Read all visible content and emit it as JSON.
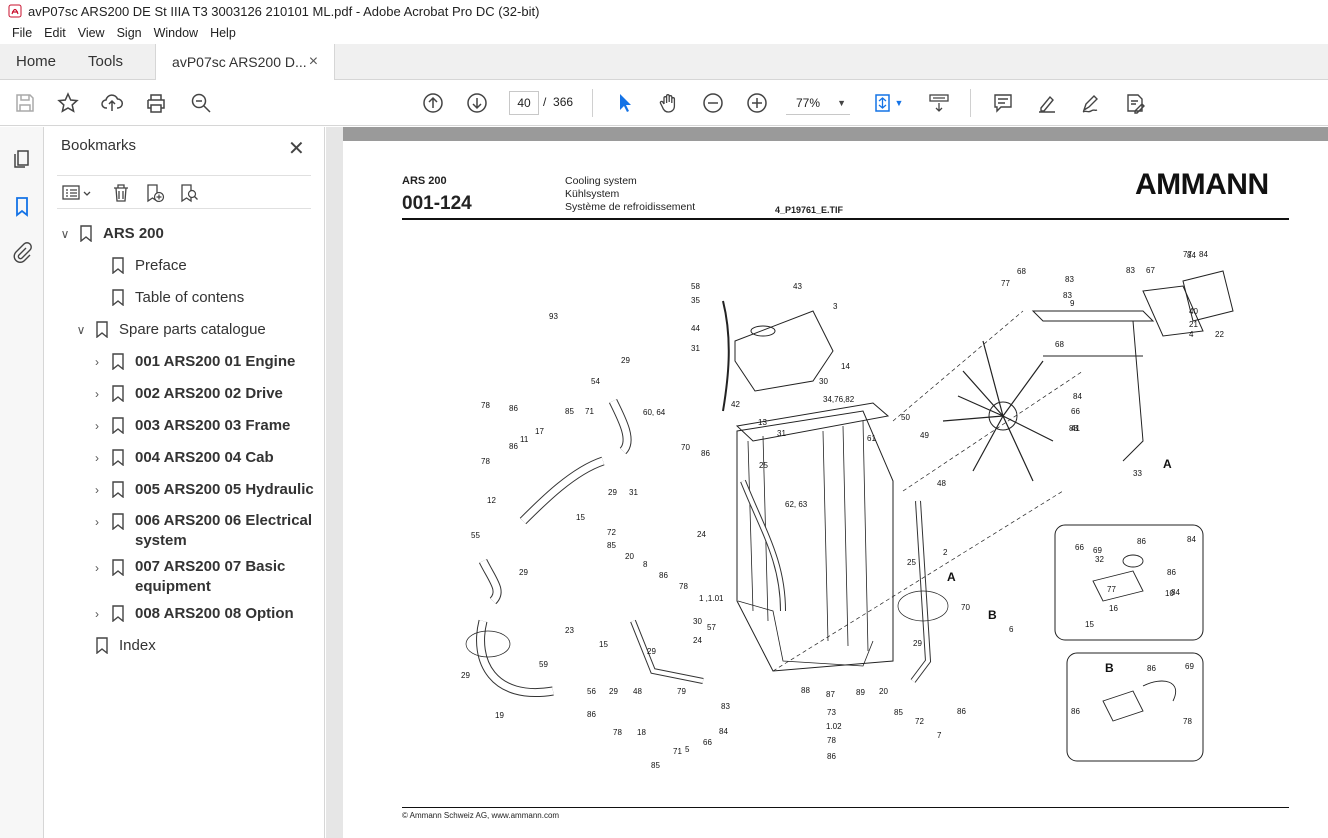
{
  "window": {
    "title": "avP07sc ARS200 DE St IIIA T3 3003126 210101 ML.pdf - Adobe Acrobat Pro DC (32-bit)"
  },
  "menu": [
    "File",
    "Edit",
    "View",
    "Sign",
    "Window",
    "Help"
  ],
  "tabs": {
    "home": "Home",
    "tools": "Tools",
    "doc": "avP07sc ARS200 D...",
    "close": "×"
  },
  "toolbar": {
    "page_current": "40",
    "page_sep": "/",
    "page_total": "366",
    "zoom": "77%"
  },
  "bookmarks": {
    "title": "Bookmarks",
    "items": [
      {
        "label": "ARS 200",
        "bold": true
      },
      {
        "label": "Preface"
      },
      {
        "label": "Table of contens"
      },
      {
        "label": "Spare parts catalogue"
      },
      {
        "label": "001 ARS200 01 Engine",
        "bold": true
      },
      {
        "label": "002 ARS200 02 Drive",
        "bold": true
      },
      {
        "label": "003 ARS200 03 Frame",
        "bold": true
      },
      {
        "label": "004 ARS200 04 Cab",
        "bold": true
      },
      {
        "label": "005 ARS200 05 Hydraulic",
        "bold": true
      },
      {
        "label_l1": "006 ARS200 06 Electrical",
        "label_l2": "system",
        "bold": true
      },
      {
        "label_l1": "007 ARS200 07 Basic",
        "label_l2": "equipment",
        "bold": true
      },
      {
        "label": "008 ARS200 08 Option",
        "bold": true
      },
      {
        "label": "Index"
      }
    ]
  },
  "page": {
    "model": "ARS 200",
    "code": "001-124",
    "title_en": "Cooling system",
    "title_de": "Kühlsystem",
    "title_fr": "Système de refroidissement",
    "file": "4_P19761_E.TIF",
    "brand": "AMMANN",
    "footer": "© Ammann Schweiz AG, www.ammann.com"
  },
  "diagram": {
    "labels": [
      "93",
      "58",
      "35",
      "43",
      "3",
      "44",
      "31",
      "14",
      "30",
      "42",
      "34,76,82",
      "50",
      "13",
      "61",
      "31",
      "29",
      "54",
      "60, 64",
      "78",
      "86",
      "85",
      "71",
      "17",
      "11",
      "86",
      "78",
      "70",
      "86",
      "29",
      "31",
      "49",
      "48",
      "25",
      "12",
      "15",
      "62, 63",
      "55",
      "29",
      "72",
      "85",
      "20",
      "8",
      "86",
      "24",
      "78",
      "1 ,1.01",
      "2",
      "25",
      "A",
      "57",
      "23",
      "30",
      "24",
      "29",
      "59",
      "15",
      "29",
      "56",
      "29",
      "48",
      "79",
      "88",
      "89",
      "87",
      "73",
      "1.02",
      "78",
      "86",
      "20",
      "85",
      "72",
      "7",
      "86",
      "70",
      "B",
      "6",
      "29",
      "19",
      "86",
      "78",
      "18",
      "85",
      "71",
      "5",
      "66",
      "84",
      "83",
      "68",
      "77",
      "83",
      "9",
      "88",
      "83",
      "67",
      "84",
      "77",
      "84",
      "40",
      "21",
      "4",
      "22",
      "83",
      "68",
      "84",
      "66",
      "41",
      "33",
      "A",
      "69",
      "86",
      "84",
      "66",
      "32",
      "86",
      "84",
      "10",
      "77",
      "16",
      "15",
      "B",
      "86",
      "69",
      "78",
      "86"
    ]
  }
}
